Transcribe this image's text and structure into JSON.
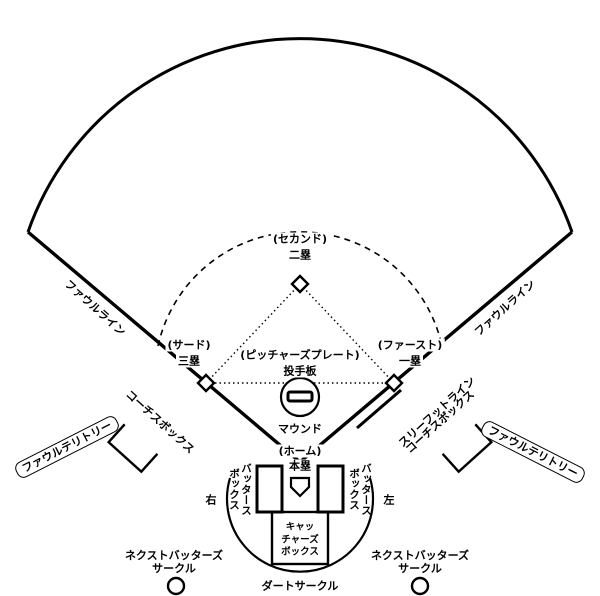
{
  "bases": {
    "second": {
      "name_katakana": "(セカンド)",
      "name_kanji": "二塁"
    },
    "third": {
      "name_katakana": "(サード)",
      "name_kanji": "三塁"
    },
    "first": {
      "name_katakana": "(ファースト)",
      "name_kanji": "一塁"
    },
    "home": {
      "name_katakana": "(ホーム)",
      "name_kanji": "本塁"
    }
  },
  "pitcher": {
    "plate_katakana": "(ピッチャーズプレート)",
    "plate_kanji": "投手板",
    "mound": "マウンド"
  },
  "lines": {
    "foul_line": "ファウルライン",
    "three_foot_line": "スリーフットライン"
  },
  "areas": {
    "foul_territory": "ファウルテリトリー",
    "coach_box": "コーチスボックス",
    "batter_box": {
      "line1": "バッタース",
      "line2": "ボックス",
      "right": "右",
      "left": "左"
    },
    "catcher_box": {
      "line1": "キャッ",
      "line2": "チャーズ",
      "line3": "ボックス"
    },
    "dart_circle": "ダートサークル",
    "next_batter_circle": {
      "line1": "ネクストバッターズ",
      "line2": "サークル"
    }
  },
  "colors": {
    "ink": "#000000",
    "background": "#ffffff"
  }
}
